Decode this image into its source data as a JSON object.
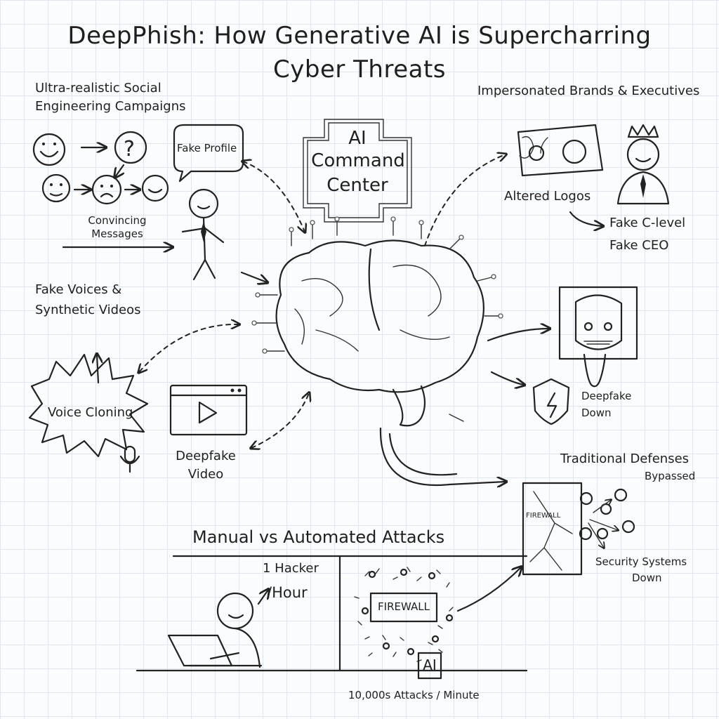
{
  "title": {
    "line1": "DeepPhish: How Generative AI is Supercharring",
    "line2": "Cyber Threats"
  },
  "social": {
    "heading1": "Ultra-realistic Social",
    "heading2": "Engineering Campaigns",
    "fake_profile": "Fake Profile",
    "messages1": "Convincing",
    "messages2": "Messages"
  },
  "command_center": {
    "line1": "AI",
    "line2": "Command",
    "line3": "Center"
  },
  "brands": {
    "heading": "Impersonated Brands & Executives",
    "logos": "Altered Logos",
    "c_level": "Fake C-level",
    "ceo": "Fake CEO"
  },
  "voices": {
    "heading1": "Fake Voices &",
    "heading2": "Synthetic Videos",
    "voice_cloning": "Voice Cloning",
    "video1": "Deepfake",
    "video2": "Video"
  },
  "deepfake_down": {
    "line1": "Deepfake",
    "line2": "Down"
  },
  "defenses": {
    "heading1": "Traditional Defenses",
    "heading2": "Bypassed",
    "firewall": "FIREWALL",
    "security1": "Security Systems",
    "security2": "Down"
  },
  "attacks": {
    "heading": "Manual vs Automated Attacks",
    "hacker": "1 Hacker",
    "hour": "/Hour",
    "firewall": "FIREWALL",
    "ai": "AI",
    "rate": "10,000s Attacks / Minute"
  }
}
